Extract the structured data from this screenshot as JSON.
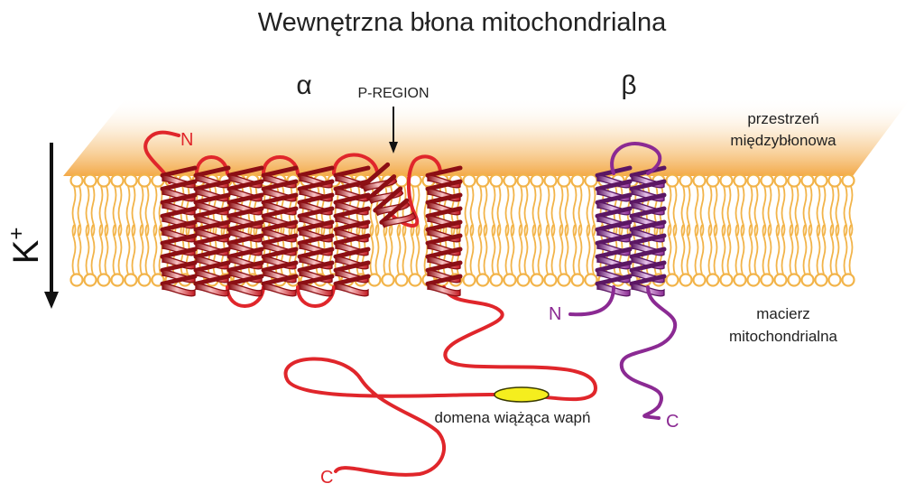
{
  "title": "Wewnętrzna błona mitochondrialna",
  "alpha_label": "α",
  "beta_label": "β",
  "p_region_label": "P-REGION",
  "ion_label": "K",
  "ion_charge": "+",
  "intermembrane_line1": "przestrzeń",
  "intermembrane_line2": "międzybłonowa",
  "matrix_line1": "macierz",
  "matrix_line2": "mitochondrialna",
  "calcium_domain_label": "domena wiążąca wapń",
  "alpha_n_terminus": "N",
  "alpha_c_terminus": "C",
  "beta_n_terminus": "N",
  "beta_c_terminus": "C",
  "colors": {
    "membrane": "#f2b44a",
    "alpha_chain": "#e0262b",
    "beta_chain": "#8b2a93",
    "calcium_domain": "#f5ee1e",
    "text": "#222222"
  }
}
